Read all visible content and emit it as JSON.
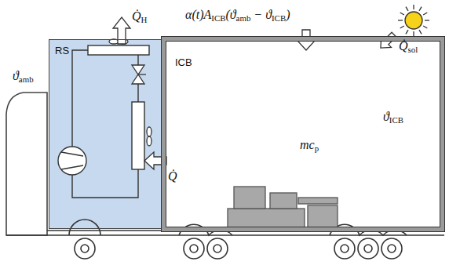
{
  "diagram": {
    "nodes": [
      {
        "text": [
          "RS"
        ]
      },
      {
        "text": [
          "ICB"
        ]
      }
    ],
    "labels": [
      "ϑamb",
      "Q̇H",
      "α(t)AICB(ϑamb − ϑICB)",
      "Q̇sol",
      "ϑICB",
      "mcp",
      "Q̇"
    ]
  }
}
